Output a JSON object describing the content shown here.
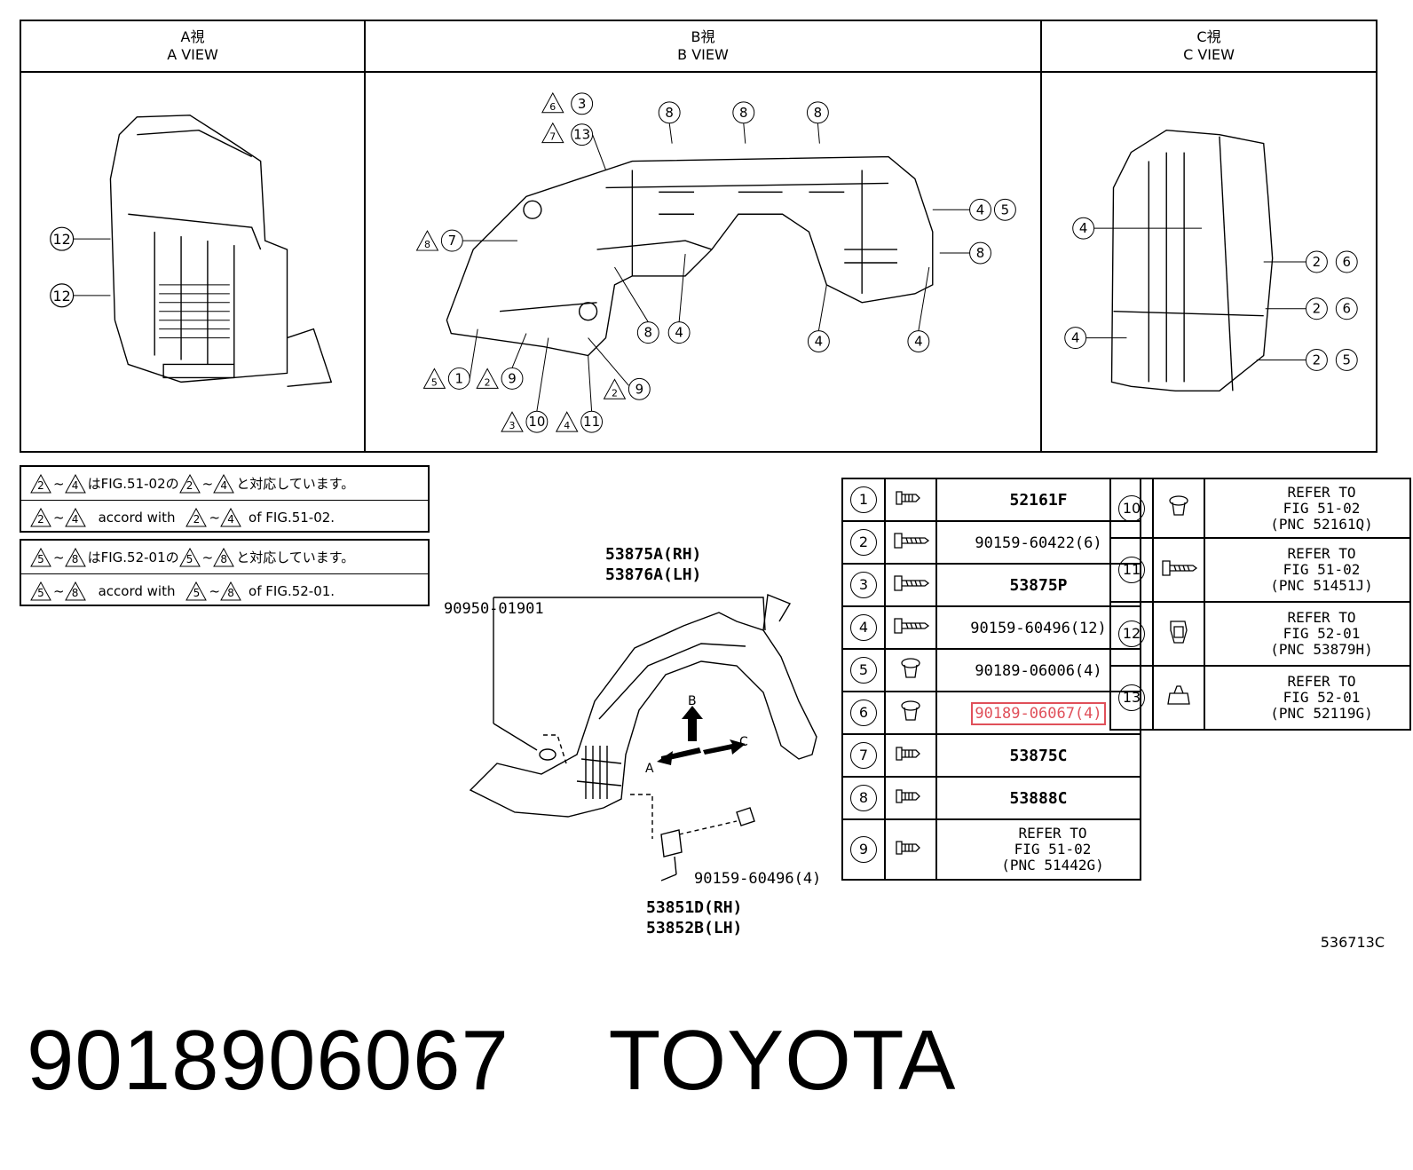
{
  "views": [
    {
      "jp": "A視",
      "en": "A VIEW"
    },
    {
      "jp": "B視",
      "en": "B VIEW"
    },
    {
      "jp": "C視",
      "en": "C VIEW"
    }
  ],
  "view_callouts": {
    "a": [
      "12",
      "12"
    ],
    "b": [
      "6 3",
      "7 13",
      "8",
      "8",
      "8",
      "4 5",
      "8 7",
      "8",
      "8",
      "4",
      "4",
      "4",
      "5 1",
      "2 9",
      "2 9",
      "3 10",
      "4 11"
    ],
    "c": [
      "4",
      "2 6",
      "2 6",
      "4",
      "2 5"
    ]
  },
  "notes": [
    {
      "jp": "はFIG.51-02の",
      "jp_end": "と対応しています。",
      "en_mid": "accord with",
      "en_end": "of FIG.51-02.",
      "from": "2",
      "to": "4"
    },
    {
      "jp": "はFIG.52-01の",
      "jp_end": "と対応しています。",
      "en_mid": "accord with",
      "en_end": "of FIG.52-01.",
      "from": "5",
      "to": "8"
    }
  ],
  "note_tilde": "~",
  "diagram_labels": {
    "liner_rh": "53875A(RH)",
    "liner_lh": "53876A(LH)",
    "clip": "90950-01901",
    "screw": "90159-60496(4)",
    "plate_rh": "53851D(RH)",
    "plate_lh": "53852B(LH)",
    "arrow_a": "A",
    "arrow_b": "B",
    "arrow_c": "C"
  },
  "parts_left": [
    {
      "n": "1",
      "pn": "52161F"
    },
    {
      "n": "2",
      "pn": "90159-60422(6)"
    },
    {
      "n": "3",
      "pn": "53875P"
    },
    {
      "n": "4",
      "pn": "90159-60496(12)"
    },
    {
      "n": "5",
      "pn": "90189-06006(4)"
    },
    {
      "n": "6",
      "pn": "90189-06067(4)"
    },
    {
      "n": "7",
      "pn": "53875C"
    },
    {
      "n": "8",
      "pn": "53888C"
    },
    {
      "n": "9",
      "pn": "REFER TO\nFIG 51-02\n(PNC 51442G)"
    }
  ],
  "parts_right": [
    {
      "n": "10",
      "pn": "REFER TO\nFIG 51-02\n(PNC 52161Q)"
    },
    {
      "n": "11",
      "pn": "REFER TO\nFIG 51-02\n(PNC 51451J)"
    },
    {
      "n": "12",
      "pn": "REFER TO\nFIG 52-01\n(PNC 53879H)"
    },
    {
      "n": "13",
      "pn": "REFER TO\nFIG 52-01\n(PNC 52119G)"
    }
  ],
  "highlight_color": "#e0505a",
  "figure_code": "536713C",
  "footer": {
    "part_number": "9018906067",
    "brand": "TOYOTA"
  }
}
